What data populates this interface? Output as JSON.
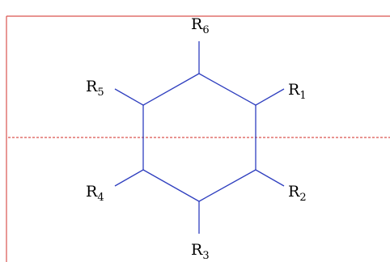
{
  "colors": {
    "bond": "#2f3fbf",
    "frame": "#d9534f",
    "axis": "#d9534f",
    "text": "#000000"
  },
  "substituents": [
    {
      "id": "R1",
      "base": "R",
      "sub": "1"
    },
    {
      "id": "R2",
      "base": "R",
      "sub": "2"
    },
    {
      "id": "R3",
      "base": "R",
      "sub": "3"
    },
    {
      "id": "R4",
      "base": "R",
      "sub": "4"
    },
    {
      "id": "R5",
      "base": "R",
      "sub": "5"
    },
    {
      "id": "R6",
      "base": "R",
      "sub": "6"
    }
  ]
}
